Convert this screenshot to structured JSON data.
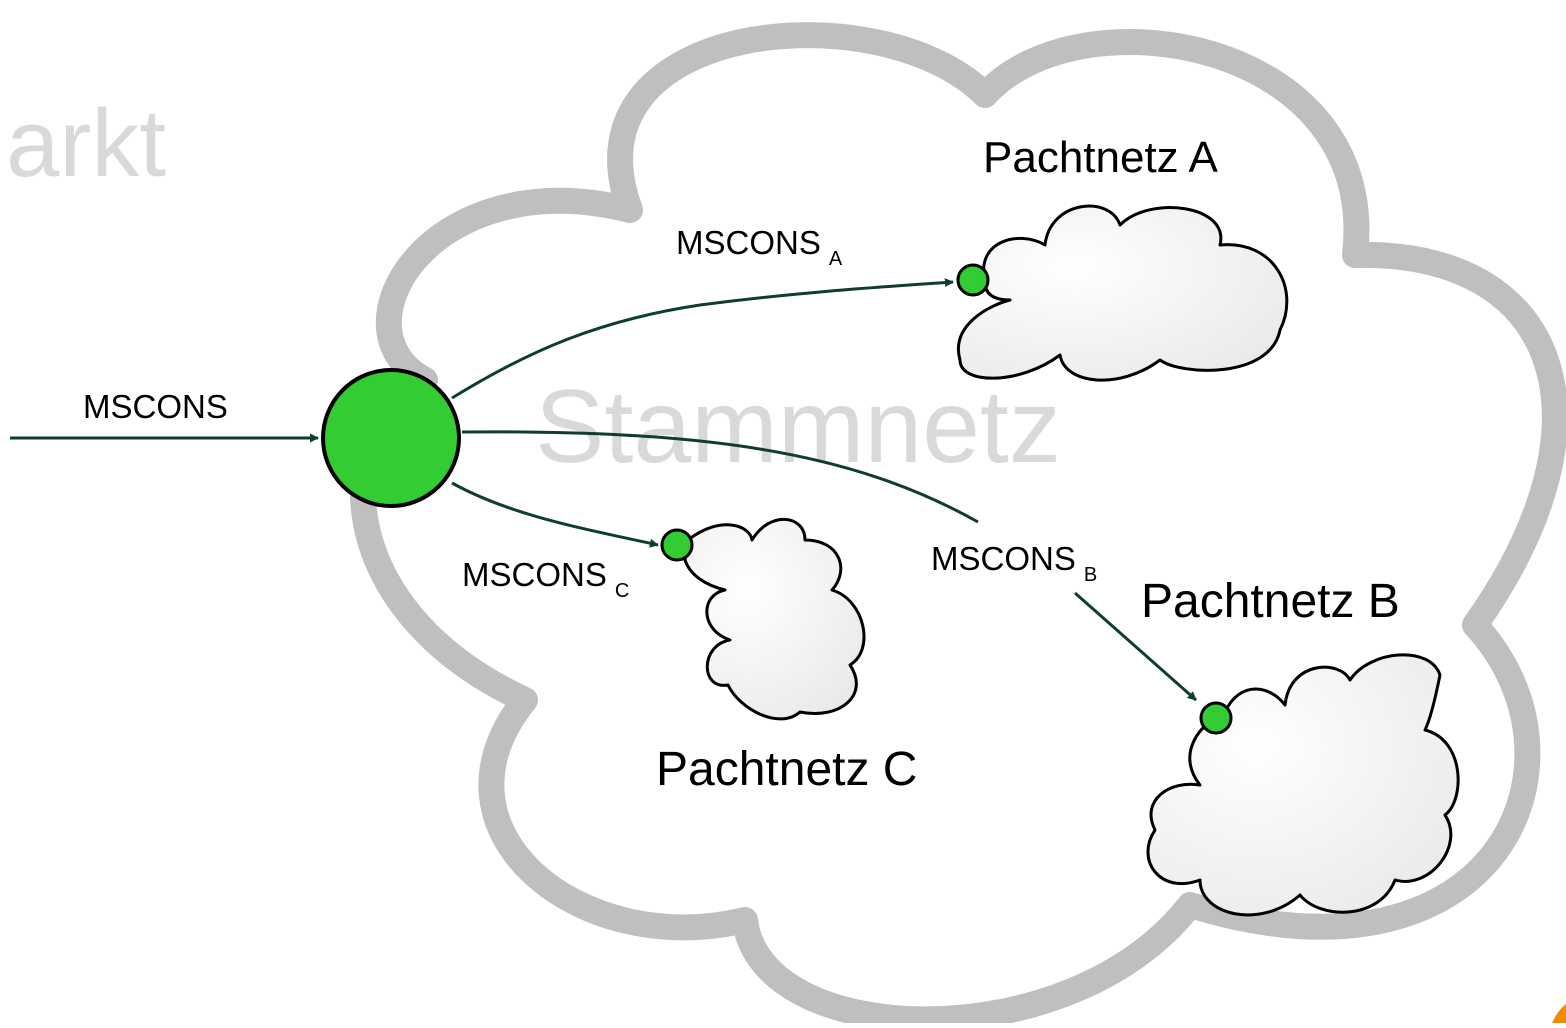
{
  "diagram": {
    "watermark_left": "arkt",
    "watermark_center": "Stammnetz",
    "input_label": "MSCONS",
    "branches": [
      {
        "label": "MSCONS",
        "subscript": "A",
        "target": "Pachtnetz A"
      },
      {
        "label": "MSCONS",
        "subscript": "B",
        "target": "Pachtnetz B"
      },
      {
        "label": "MSCONS",
        "subscript": "C",
        "target": "Pachtnetz C"
      }
    ]
  },
  "colors": {
    "node_fill": "#33cc33",
    "arrow": "#0f3d33",
    "big_cloud_stroke": "#bfbfbf",
    "watermark_text": "#d9d9d9",
    "small_cloud_fill": "#f4f4f4",
    "small_cloud_stroke": "#000000",
    "accent_corner": "#f08a00"
  }
}
